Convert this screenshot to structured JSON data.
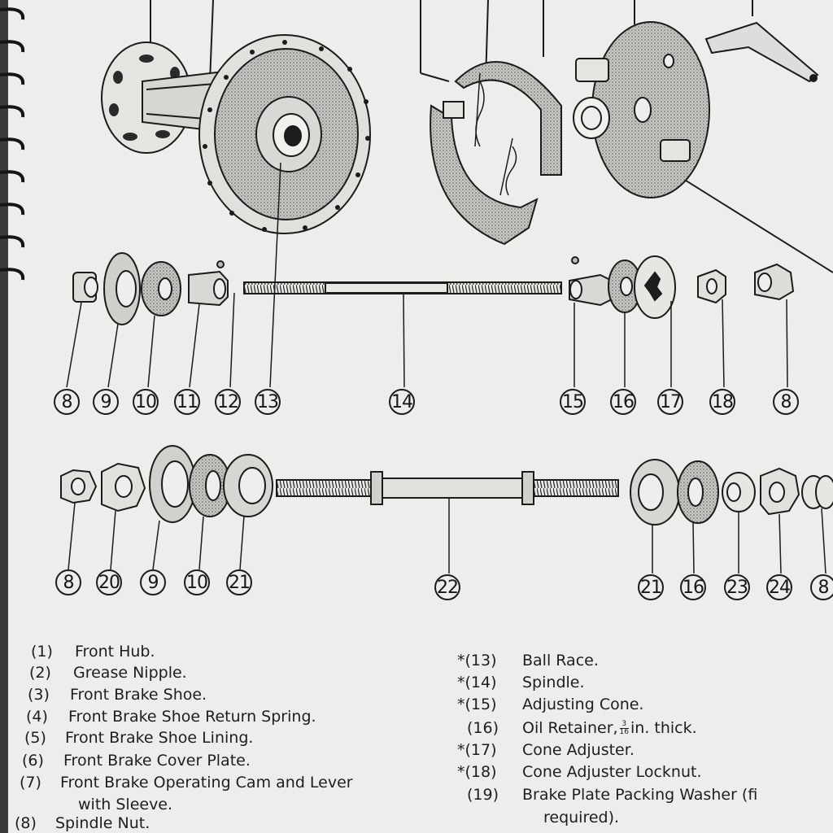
{
  "callouts": {
    "c8a": "8",
    "c9a": "9",
    "c10a": "10",
    "c11": "11",
    "c12": "12",
    "c13": "13",
    "c14": "14",
    "c15": "15",
    "c16a": "16",
    "c17": "17",
    "c18": "18",
    "c8b": "8",
    "c8c": "8",
    "c20": "20",
    "c9b": "9",
    "c10b": "10",
    "c21a": "21",
    "c22": "22",
    "c21b": "21",
    "c16b": "16",
    "c23": "23",
    "c24": "24",
    "c8d": "8"
  },
  "legend_left": [
    {
      "num": "(1)",
      "text": "Front Hub."
    },
    {
      "num": "(2)",
      "text": "Grease Nipple."
    },
    {
      "num": "(3)",
      "text": "Front Brake Shoe."
    },
    {
      "num": "(4)",
      "text": "Front Brake Shoe Return Spring."
    },
    {
      "num": "(5)",
      "text": "Front Brake Shoe Lining."
    },
    {
      "num": "(6)",
      "text": "Front Brake Cover Plate."
    },
    {
      "num": "(7)",
      "text": "Front Brake Operating Cam and Lever"
    },
    {
      "num": "",
      "text": "with Sleeve."
    },
    {
      "num": "(8)",
      "text": "Spindle Nut."
    }
  ],
  "legend_right": [
    {
      "num": "*(13)",
      "text": "Ball Race."
    },
    {
      "num": "*(14)",
      "text": "Spindle."
    },
    {
      "num": "*(15)",
      "text": "Adjusting Cone."
    },
    {
      "num": "(16)",
      "text": "Oil Retainer,",
      "frac_num": "3",
      "frac_den": "16",
      "text_after": "in. thick."
    },
    {
      "num": "*(17)",
      "text": "Cone Adjuster."
    },
    {
      "num": "*(18)",
      "text": "Cone Adjuster Locknut."
    },
    {
      "num": "(19)",
      "text": "Brake Plate Packing Washer (fi"
    },
    {
      "num": "",
      "text": "required)."
    }
  ]
}
